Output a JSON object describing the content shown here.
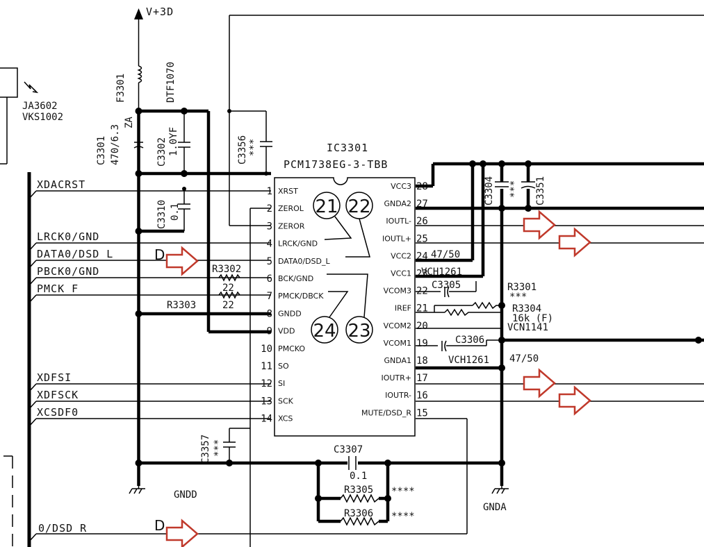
{
  "power_label": "V+3D",
  "ferrite": {
    "ref": "F3301",
    "part": "DTF1070"
  },
  "jack": {
    "ref": "JA3602",
    "part": "VKS1002"
  },
  "ic": {
    "ref": "IC3301",
    "part": "PCM1738EG-3-TBB"
  },
  "pins_left": [
    {
      "num": "1",
      "name": "XRST"
    },
    {
      "num": "2",
      "name": "ZEROL"
    },
    {
      "num": "3",
      "name": "ZEROR"
    },
    {
      "num": "4",
      "name": "LRCK/GND"
    },
    {
      "num": "5",
      "name": "DATA0/DSD_L"
    },
    {
      "num": "6",
      "name": "BCK/GND"
    },
    {
      "num": "7",
      "name": "PMCK/DBCK"
    },
    {
      "num": "8",
      "name": "GNDD"
    },
    {
      "num": "9",
      "name": "VDD"
    },
    {
      "num": "10",
      "name": "PMCKO"
    },
    {
      "num": "11",
      "name": "SO"
    },
    {
      "num": "12",
      "name": "SI"
    },
    {
      "num": "13",
      "name": "SCK"
    },
    {
      "num": "14",
      "name": "XCS"
    }
  ],
  "pins_right": [
    {
      "num": "28",
      "name": "VCC3"
    },
    {
      "num": "27",
      "name": "GNDA2"
    },
    {
      "num": "26",
      "name": "IOUTL-"
    },
    {
      "num": "25",
      "name": "IOUTL+"
    },
    {
      "num": "24",
      "name": "VCC2"
    },
    {
      "num": "23",
      "name": "VCC1"
    },
    {
      "num": "22",
      "name": "VCOM3"
    },
    {
      "num": "21",
      "name": "IREF"
    },
    {
      "num": "20",
      "name": "VCOM2"
    },
    {
      "num": "19",
      "name": "VCOM1"
    },
    {
      "num": "18",
      "name": "GNDA1"
    },
    {
      "num": "17",
      "name": "IOUTR+"
    },
    {
      "num": "16",
      "name": "IOUTR-"
    },
    {
      "num": "15",
      "name": "MUTE/DSD_R"
    }
  ],
  "circled": [
    "21",
    "22",
    "24",
    "23"
  ],
  "signals": [
    "XDACRST",
    "LRCK0/GND",
    "DATA0/DSD L",
    "PBCK0/GND",
    "PMCK F",
    "XDFSI",
    "XDFSCK",
    "XCSDF0",
    "0/DSD R"
  ],
  "d_label": "D",
  "caps": {
    "c3301": "C3301",
    "c3301_val": "470/6.3",
    "c3301_sub": "ZA",
    "c3302": "C3302",
    "c3302_val": "1.0YF",
    "c3356": "C3356",
    "c3356_val": "***",
    "c3310": "C3310",
    "c3310_val": "0.1",
    "c3357": "C3357",
    "c3357_val": "***",
    "c3307": "C3307",
    "c3307_val": "0.1",
    "c3304": "C3304",
    "c3304_val": "***",
    "c3351": "C3351",
    "c3305": "C3305",
    "c3305_val": "47/50",
    "c3305_part": "VCH1261",
    "c3306": "C3306",
    "c3306_val": "47/50",
    "c3306_part": "VCH1261"
  },
  "resistors": {
    "r3302": "R3302",
    "r3302_val": "22",
    "r3303": "R3303",
    "r3303_val": "22",
    "r3301": "R3301",
    "r3301_val": "***",
    "r3304": "R3304",
    "r3304_val": "16k (F)",
    "r3304_part": "VCN1141",
    "r3305": "R3305",
    "r3305_val": "****",
    "r3306": "R3306",
    "r3306_val": "****"
  },
  "grounds": {
    "digital": "GNDD",
    "analog": "GNDA"
  }
}
